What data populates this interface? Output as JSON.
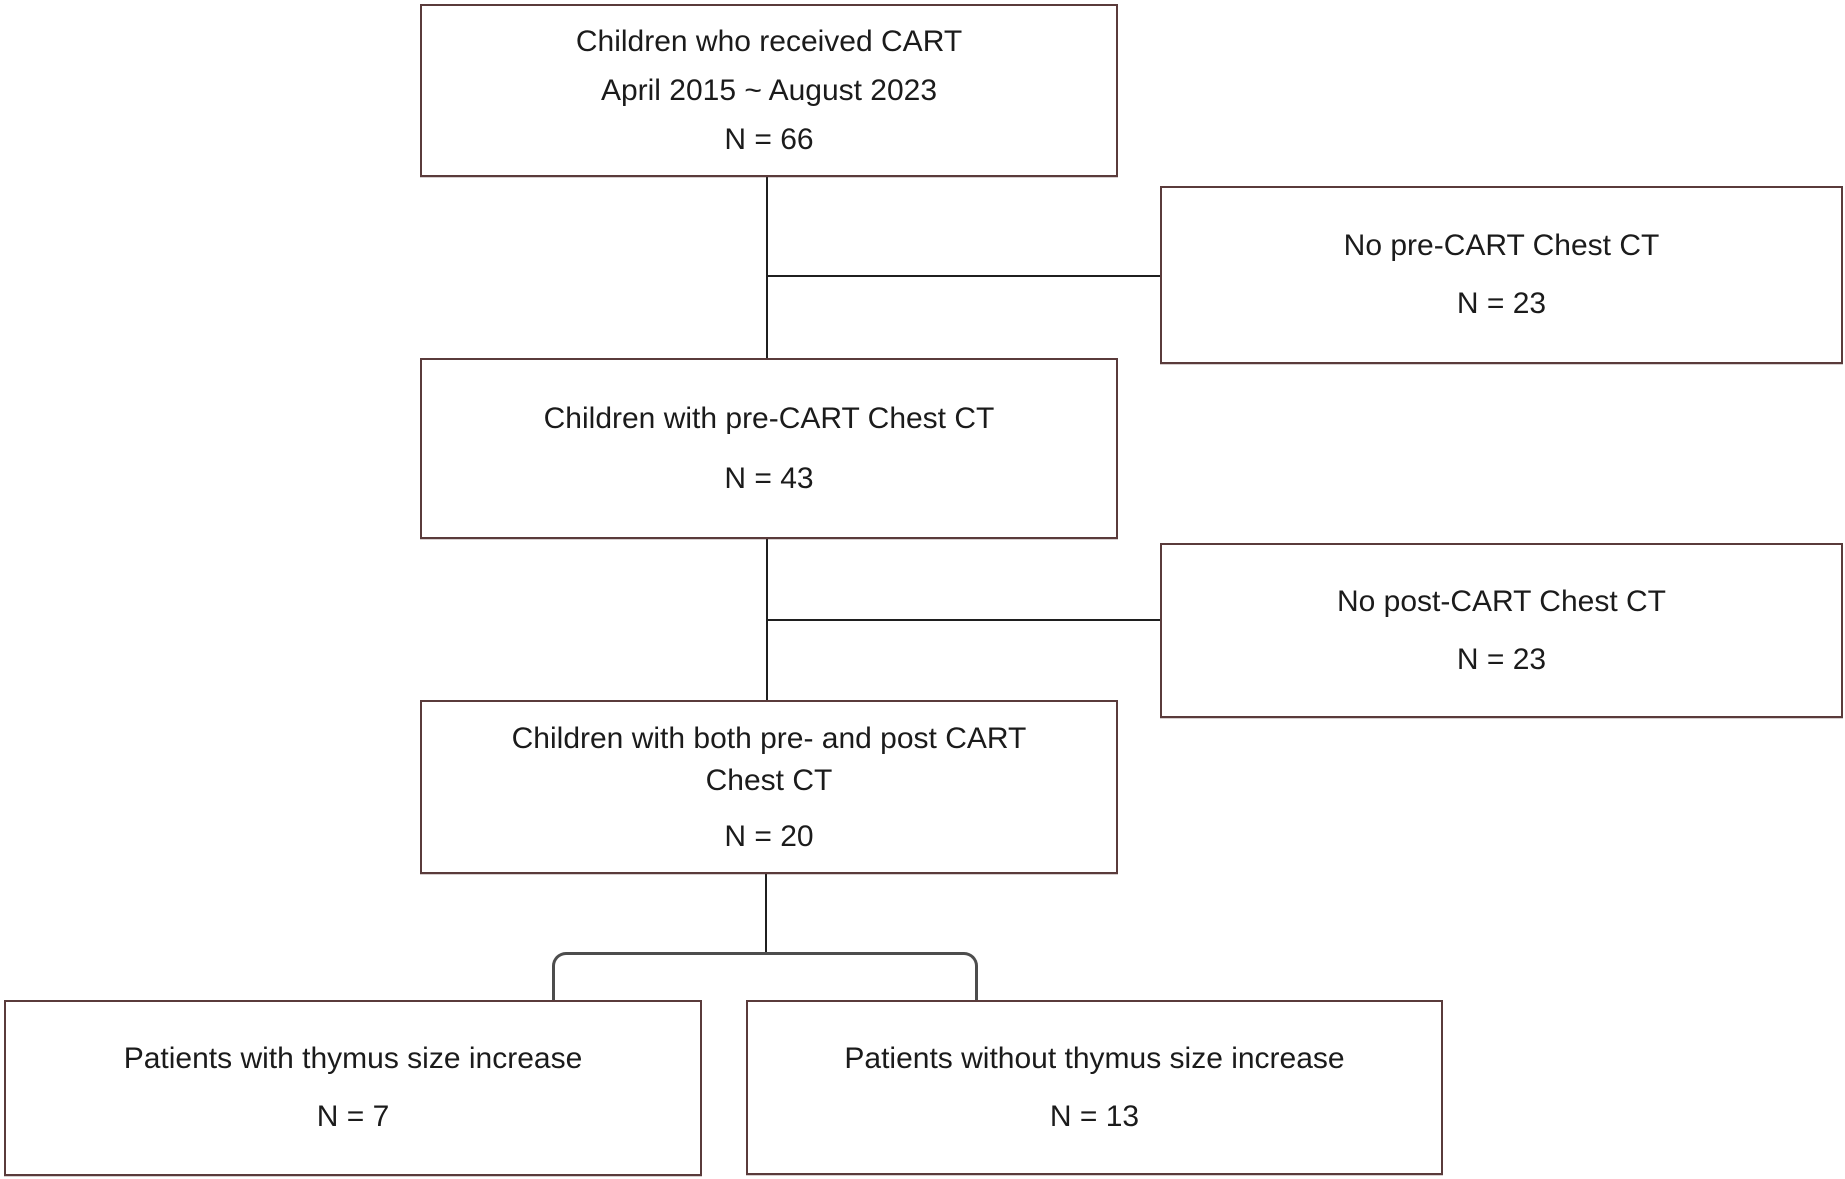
{
  "figure": {
    "type": "patient-flow-diagram",
    "colors": {
      "box_border": "#5a3b3b",
      "connector_line": "#1f1f1f",
      "bracket_line": "#4d4d4d",
      "text": "#1b1b1b",
      "background": "#ffffff"
    },
    "boxes": {
      "received": {
        "line1": "Children who received CART",
        "line2": "April 2015 ~ August 2023",
        "n": "N = 66"
      },
      "no_pre": {
        "line1": "No pre-CART Chest CT",
        "n": "N = 23"
      },
      "pre": {
        "line1": "Children with pre-CART Chest CT",
        "n": "N = 43"
      },
      "no_post": {
        "line1": "No post-CART Chest CT",
        "n": "N = 23"
      },
      "both": {
        "line1": "Children with both pre- and post CART",
        "line2": "Chest CT",
        "n": "N = 20"
      },
      "increase": {
        "line1": "Patients with thymus size increase",
        "n": "N = 7"
      },
      "no_increase": {
        "line1": "Patients without thymus size increase",
        "n": "N = 13"
      }
    }
  }
}
